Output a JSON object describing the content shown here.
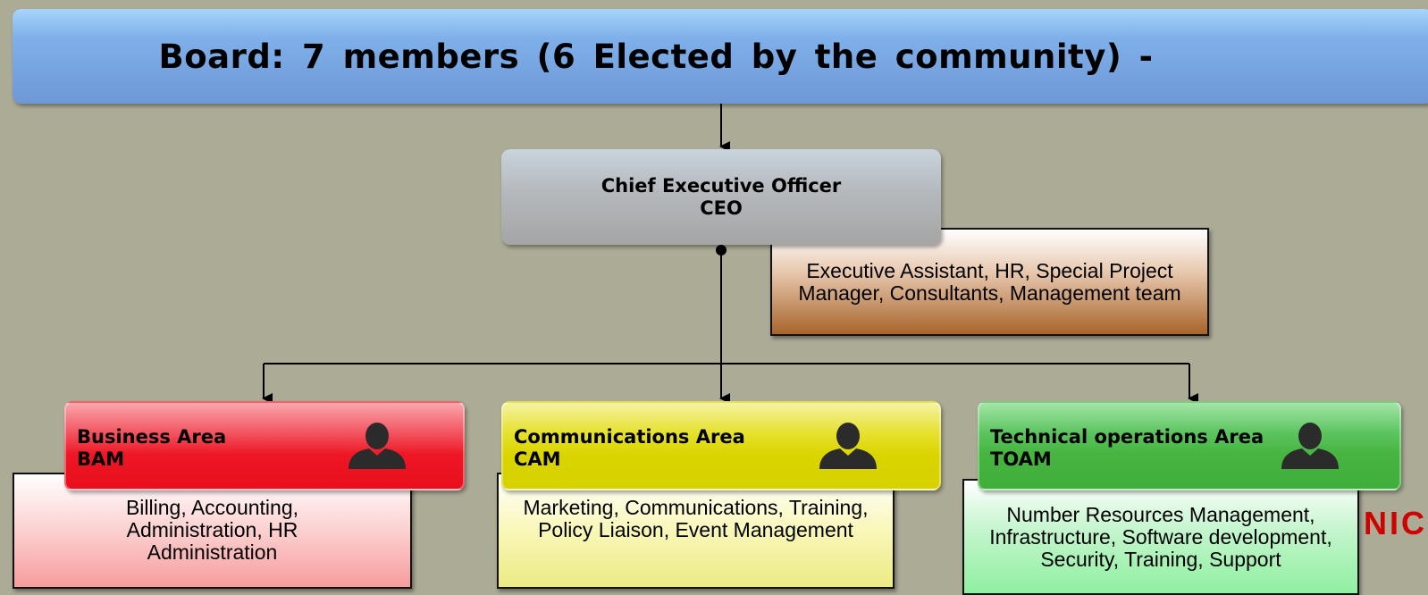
{
  "board": {
    "title": "Board: 7 members (6 Elected by the community) -"
  },
  "ceo": {
    "line1": "Chief Executive Officer",
    "line2": "CEO"
  },
  "executive_support": {
    "text": "Executive Assistant, HR, Special Project Manager, Consultants, Management team"
  },
  "areas": [
    {
      "name": "Business Area",
      "code": "BAM",
      "color": "#e90e1c",
      "description": "Billing, Accounting, Administration, HR Administration",
      "icon": "person-icon"
    },
    {
      "name": "Communications Area",
      "code": "CAM",
      "color": "#d6d100",
      "description": "Marketing, Communications, Training, Policy Liaison, Event Management",
      "icon": "person-icon"
    },
    {
      "name": "Technical operations Area",
      "code": "TOAM",
      "color": "#40ae3a",
      "description": "Number Resources Management, Infrastructure, Software development, Security, Training, Support",
      "icon": "person-icon"
    }
  ],
  "partial_side_text": "NIC"
}
